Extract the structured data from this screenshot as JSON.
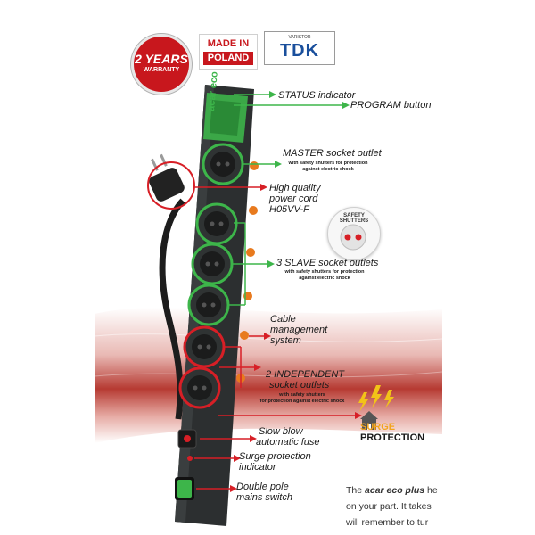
{
  "badges": {
    "warranty_big": "2 YEARS",
    "warranty_small": "WARRANTY",
    "made_line1": "MADE IN",
    "made_line2": "POLAND",
    "tdk_small": "VARISTOR",
    "tdk_big": "TDK"
  },
  "strip_brand": "acar eco",
  "callouts": {
    "status": "STATUS indicator",
    "program": "PROGRAM button",
    "master_title": "MASTER socket outlet",
    "master_sub1": "with safety shutters for protection",
    "master_sub2": "against electric shock",
    "cord_line1": "High quality",
    "cord_line2": "power cord",
    "cord_line3": "H05VV-F",
    "slave_title": "3 SLAVE socket outlets",
    "slave_sub1": "with safety shutters for protection",
    "slave_sub2": "against electric shock",
    "cable_line1": "Cable",
    "cable_line2": "management",
    "cable_line3": "system",
    "indep_line1": "2 INDEPENDENT",
    "indep_line2": "socket outlets",
    "indep_sub1": "with safety shutters",
    "indep_sub2": "for protection against electric shock",
    "fuse_line1": "Slow blow",
    "fuse_line2": "automatic fuse",
    "surge_line1": "Surge protection",
    "surge_line2": "indicator",
    "switch_line1": "Double pole",
    "switch_line2": "mains switch"
  },
  "shutters_badge": "SAFETY SHUTTERS",
  "surge_badge": {
    "line1": "SURGE",
    "line2": "PROTECTION"
  },
  "body_text": {
    "line1_prefix": "The ",
    "line1_brand": "acar eco plus",
    "line1_rest": " he",
    "line2": "on your part. It takes",
    "line3": "will remember to tur"
  },
  "colors": {
    "green": "#3db54a",
    "red": "#d71f26",
    "strip": "#2c2f30",
    "orange": "#e87a1e"
  }
}
